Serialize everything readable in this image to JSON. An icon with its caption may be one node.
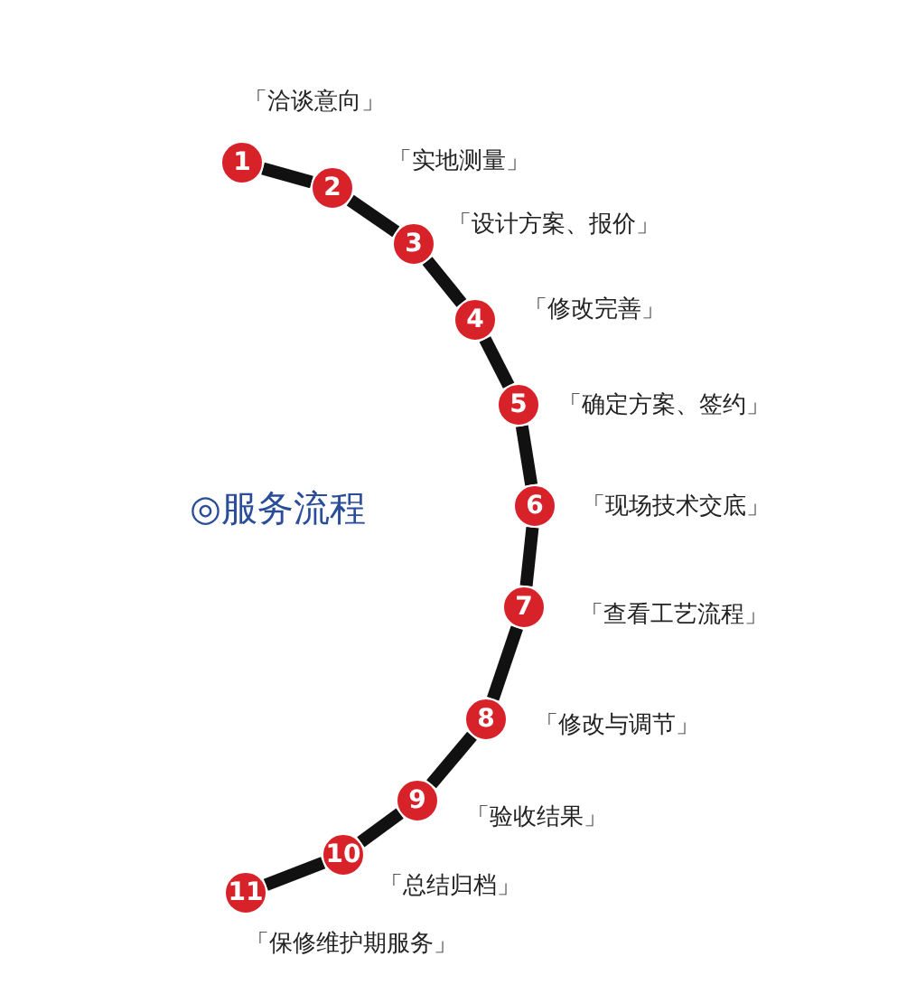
{
  "diagram": {
    "title": "◎服务流程",
    "nodes": [
      {
        "text": [
          "1"
        ],
        "beside": [
          "「洽谈意向」"
        ]
      },
      {
        "text": [
          "2"
        ],
        "beside": [
          "「实地测量」"
        ]
      },
      {
        "text": [
          "3"
        ],
        "beside": [
          "「设计方案、报价」"
        ]
      },
      {
        "text": [
          "4"
        ],
        "beside": [
          "「修改完善」"
        ]
      },
      {
        "text": [
          "5"
        ],
        "beside": [
          "「确定方案、签约」"
        ]
      },
      {
        "text": [
          "6"
        ],
        "beside": [
          "「现场技术交底」"
        ]
      },
      {
        "text": [
          "7"
        ],
        "beside": [
          "「查看工艺流程」"
        ]
      },
      {
        "text": [
          "8"
        ],
        "beside": [
          "「修改与调节」"
        ]
      },
      {
        "text": [
          "9"
        ],
        "beside": [
          "「验收结果」"
        ]
      },
      {
        "text": [
          "10"
        ],
        "beside": [
          "「总结归档」"
        ]
      },
      {
        "text": [
          "11"
        ],
        "beside": [
          "「保修维护期服务」"
        ]
      }
    ],
    "edges": [
      {
        "from": 0,
        "to": 1,
        "arrow": "none"
      },
      {
        "from": 1,
        "to": 2,
        "arrow": "none"
      },
      {
        "from": 2,
        "to": 3,
        "arrow": "none"
      },
      {
        "from": 3,
        "to": 4,
        "arrow": "none"
      },
      {
        "from": 4,
        "to": 5,
        "arrow": "none"
      },
      {
        "from": 5,
        "to": 6,
        "arrow": "none"
      },
      {
        "from": 6,
        "to": 7,
        "arrow": "none"
      },
      {
        "from": 7,
        "to": 8,
        "arrow": "none"
      },
      {
        "from": 8,
        "to": 9,
        "arrow": "none"
      },
      {
        "from": 9,
        "to": 10,
        "arrow": "none"
      }
    ]
  }
}
